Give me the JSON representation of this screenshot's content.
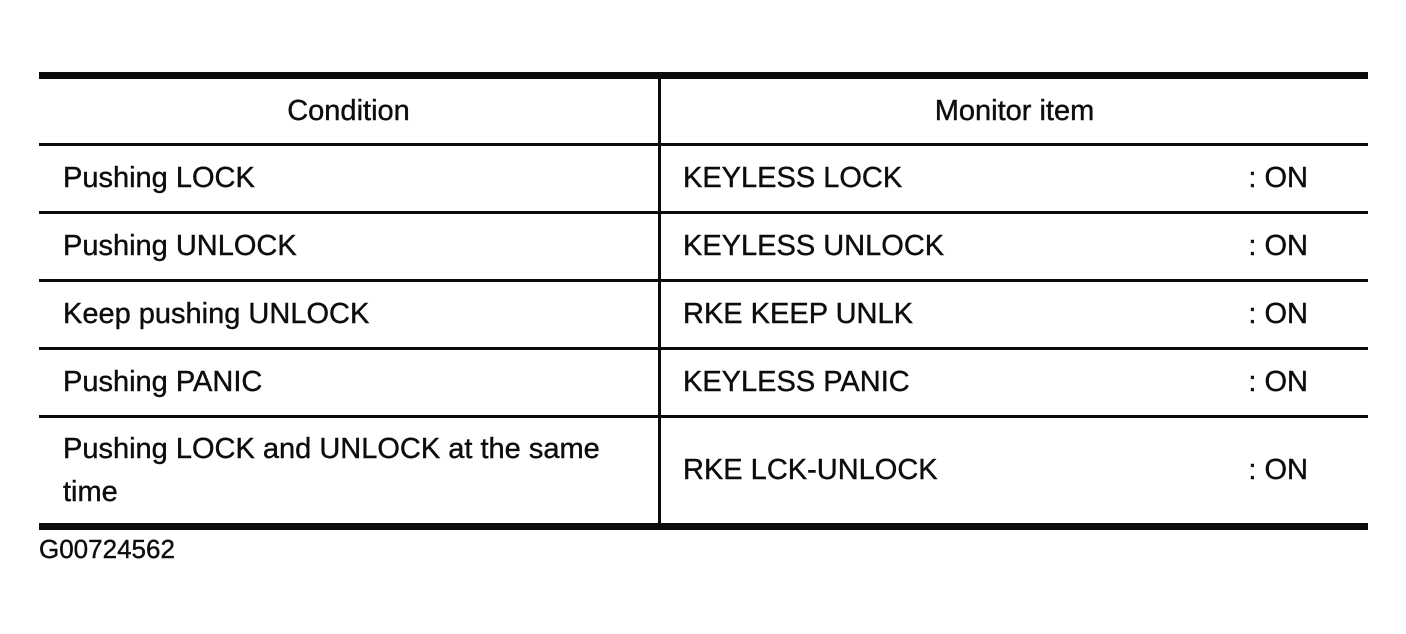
{
  "table": {
    "columns": [
      {
        "label": "Condition"
      },
      {
        "label": "Monitor item"
      }
    ],
    "rows": [
      {
        "condition": "Pushing LOCK",
        "monitor": "KEYLESS LOCK",
        "value": ": ON"
      },
      {
        "condition": "Pushing UNLOCK",
        "monitor": "KEYLESS UNLOCK",
        "value": ": ON"
      },
      {
        "condition": "Keep pushing UNLOCK",
        "monitor": "RKE KEEP UNLK",
        "value": ": ON"
      },
      {
        "condition": "Pushing PANIC",
        "monitor": "KEYLESS PANIC",
        "value": ": ON"
      },
      {
        "condition": "Pushing LOCK and UNLOCK at the same time",
        "monitor": "RKE LCK-UNLOCK",
        "value": ": ON"
      }
    ]
  },
  "figure_id": "G00724562",
  "colors": {
    "ink": "#0d0d0d",
    "background": "#ffffff"
  }
}
